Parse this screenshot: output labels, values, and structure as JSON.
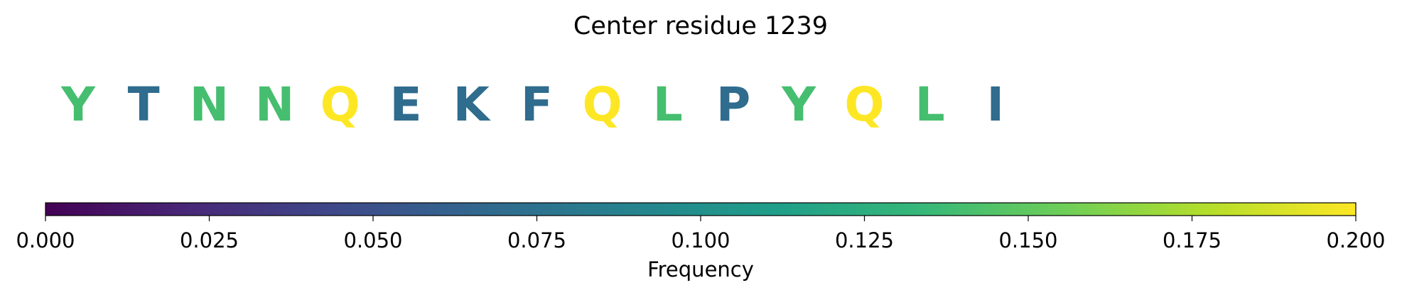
{
  "chart_data": {
    "type": "sequence-logo",
    "title": "Center residue 1239",
    "residues": [
      {
        "letter": "Y",
        "frequency": 0.14
      },
      {
        "letter": "T",
        "frequency": 0.07
      },
      {
        "letter": "N",
        "frequency": 0.14
      },
      {
        "letter": "N",
        "frequency": 0.14
      },
      {
        "letter": "Q",
        "frequency": 0.2
      },
      {
        "letter": "E",
        "frequency": 0.07
      },
      {
        "letter": "K",
        "frequency": 0.07
      },
      {
        "letter": "F",
        "frequency": 0.07
      },
      {
        "letter": "Q",
        "frequency": 0.2
      },
      {
        "letter": "L",
        "frequency": 0.14
      },
      {
        "letter": "P",
        "frequency": 0.07
      },
      {
        "letter": "Y",
        "frequency": 0.14
      },
      {
        "letter": "Q",
        "frequency": 0.2
      },
      {
        "letter": "L",
        "frequency": 0.14
      },
      {
        "letter": "I",
        "frequency": 0.07
      }
    ],
    "colorbar": {
      "label": "Frequency",
      "range": [
        0,
        0.2
      ],
      "colormap": "viridis",
      "ticks": [
        0.0,
        0.025,
        0.05,
        0.075,
        0.1,
        0.125,
        0.15,
        0.175,
        0.2
      ],
      "tick_labels": [
        "0.000",
        "0.025",
        "0.050",
        "0.075",
        "0.100",
        "0.125",
        "0.150",
        "0.175",
        "0.200"
      ]
    }
  }
}
